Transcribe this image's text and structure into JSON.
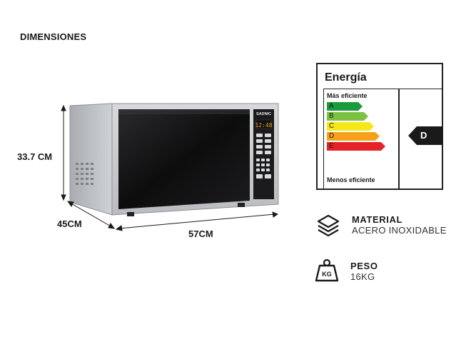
{
  "title": "DIMENSIONES",
  "dimensions": {
    "height": "33.7 CM",
    "depth": "45CM",
    "width": "57CM"
  },
  "product": {
    "brand": "SADNIC",
    "display_text": "12:48"
  },
  "energy_label": {
    "title": "Energía",
    "top_text": "Más eficiente",
    "bottom_text": "Menos eficiente",
    "classes": [
      {
        "letter": "A",
        "color": "#1a9b3c"
      },
      {
        "letter": "B",
        "color": "#7cc242"
      },
      {
        "letter": "C",
        "color": "#f5e71a"
      },
      {
        "letter": "D",
        "color": "#f6a11a"
      },
      {
        "letter": "E",
        "color": "#e3222a"
      }
    ],
    "rating": "D",
    "rating_color": "#1a1a1a"
  },
  "specs": {
    "material_label": "MATERIAL",
    "material_value": "ACERO INOXIDABLE",
    "material_icon": "layers-icon",
    "weight_label": "PESO",
    "weight_value": "16KG",
    "weight_icon": "kg-weight-icon",
    "weight_icon_text": "KG"
  }
}
